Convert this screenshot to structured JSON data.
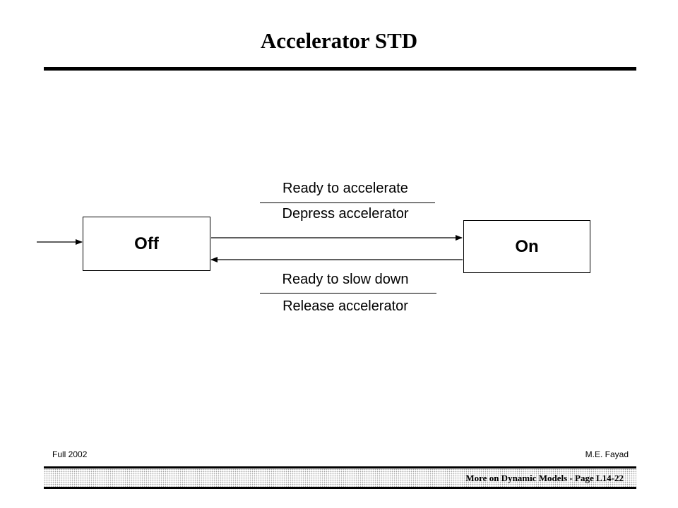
{
  "title": "Accelerator STD",
  "states": {
    "off": "Off",
    "on": "On"
  },
  "transitions": {
    "accelerate": {
      "event": "Ready to accelerate",
      "action": "Depress accelerator"
    },
    "slow_down": {
      "event": "Ready to slow down",
      "action": "Release accelerator"
    }
  },
  "footer": {
    "left": "Full 2002",
    "right": "M.E. Fayad",
    "band": "More on Dynamic Models  - Page L14-22"
  }
}
